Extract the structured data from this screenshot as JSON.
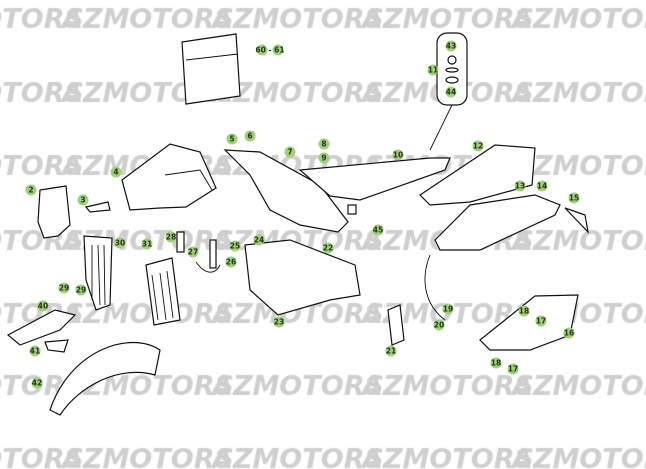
{
  "watermark": "AZMOTORS",
  "label_color": "#9fd07a",
  "callouts": [
    "60 - 61",
    "11",
    "43",
    "44",
    "2",
    "3",
    "4",
    "5",
    "6",
    "7",
    "8",
    "9",
    "10",
    "12",
    "13",
    "14",
    "15",
    "16",
    "17",
    "17",
    "18",
    "18",
    "19",
    "20",
    "21",
    "22",
    "23",
    "24",
    "25",
    "26",
    "27",
    "28",
    "29",
    "29",
    "30",
    "31",
    "40",
    "41",
    "42",
    "45"
  ]
}
